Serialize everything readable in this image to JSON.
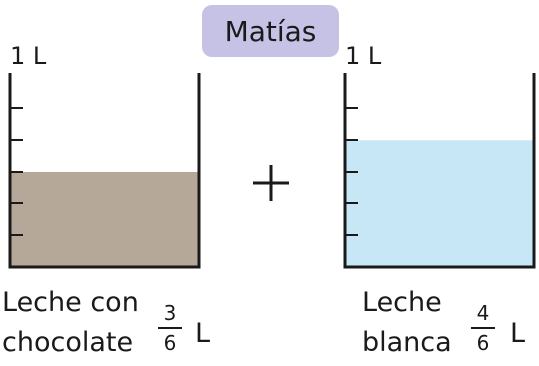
{
  "header": {
    "name": "Matías",
    "badge_color": "#c5c2e6"
  },
  "plus_sign": "+",
  "beakers": [
    {
      "capacity_label": "1 L",
      "caption_lines": [
        "Leche con",
        "chocolate"
      ],
      "numerator": "3",
      "denominator": "6",
      "unit": "L",
      "fill_fraction": 0.5,
      "liquid_color": "#b6a898"
    },
    {
      "capacity_label": "1 L",
      "caption_lines": [
        "Leche",
        "blanca"
      ],
      "numerator": "4",
      "denominator": "6",
      "unit": "L",
      "fill_fraction": 0.667,
      "liquid_color": "#c7e7f7"
    }
  ],
  "stroke_color": "#1a1a1a"
}
